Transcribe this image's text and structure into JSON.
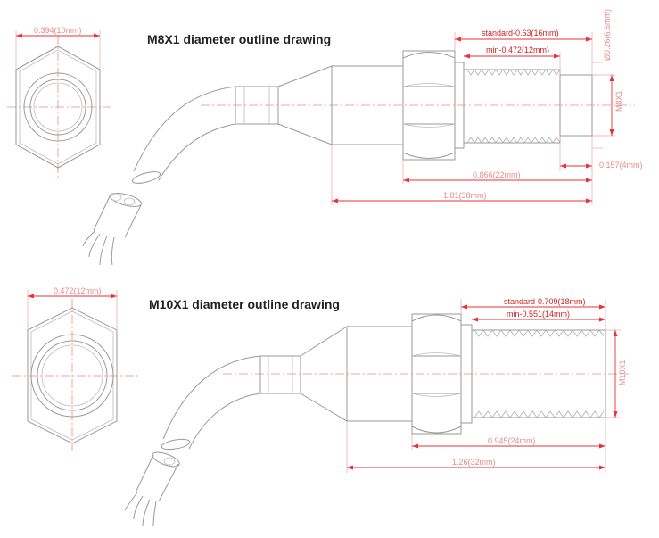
{
  "drawing_1": {
    "title": "M8X1 diameter outline drawing",
    "hex_width": "0.394(10mm)",
    "standard_len": "standard-0.63(16mm)",
    "min_len": "min-0.472(12mm)",
    "dia_right": "Ø0.26(6.6mm)",
    "thread_label": "M8X1",
    "tip_len": "0.157(4mm)",
    "body_len": "0.866(22mm)",
    "total_len": "1.81(38mm)"
  },
  "drawing_2": {
    "title": "M10X1 diameter outline drawing",
    "hex_width": "0.472(12mm)",
    "standard_len": "standard-0.709(18mm)",
    "min_len": "min-0.551(14mm)",
    "thread_label": "M10X1",
    "body_len": "0.945(24mm)",
    "total_len": "1.26(32mm)"
  },
  "colors": {
    "outline": "#9a9a9a",
    "dimension": "#e8323c",
    "centerline": "#f08a8a",
    "title": "#222222"
  }
}
